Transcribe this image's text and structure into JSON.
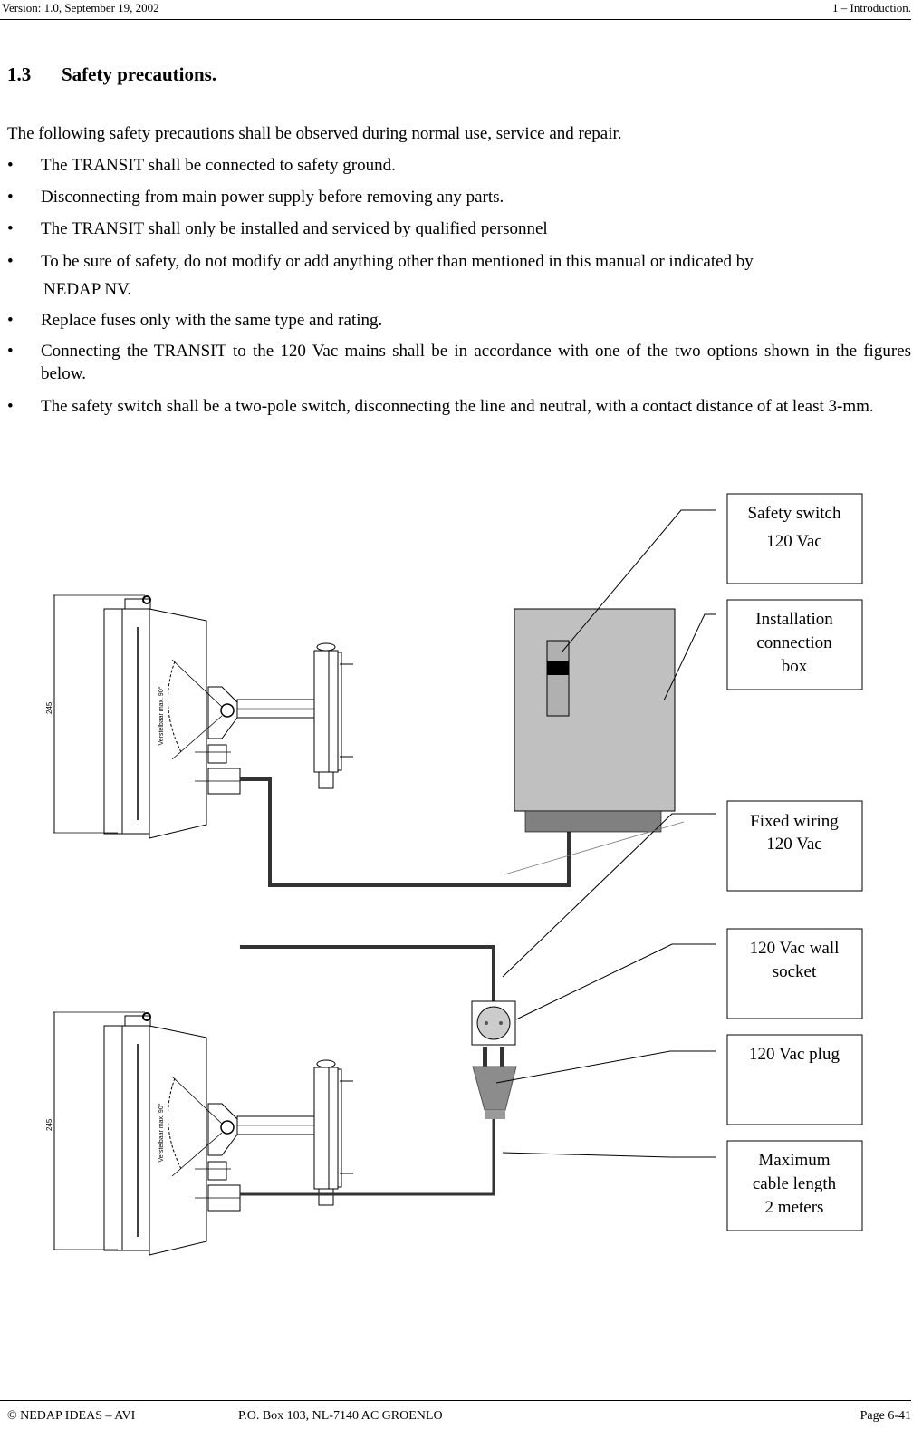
{
  "header": {
    "left": "Version: 1.0, September 19, 2002",
    "right": "1 – Introduction."
  },
  "section": {
    "number": "1.3",
    "title": "Safety precautions."
  },
  "intro": "The following safety precautions shall be observed during normal use, service and repair.",
  "bullets": [
    "The TRANSIT shall be connected to safety ground.",
    "Disconnecting from main power supply before removing any parts.",
    "The TRANSIT shall only be installed and serviced by qualified personnel",
    "To be sure of safety, do not modify or add anything other than mentioned in this manual or indicated by",
    "Replace fuses only with the same type and rating.",
    "Connecting the TRANSIT to the 120 Vac mains shall be in accordance with one of the two options shown in the figures below.",
    "The safety switch shall be a two-pole switch, disconnecting the line and neutral, with a contact distance of at least 3-mm."
  ],
  "bullet_continuation": "NEDAP NV.",
  "bullet_glyph": "•",
  "diagram": {
    "drawing_dimension": "245",
    "drawing_note": "Verstelbaar max. 90°",
    "labels": [
      [
        "Safety switch",
        "120 Vac"
      ],
      [
        "Installation",
        "connection",
        "box"
      ],
      [
        "Fixed wiring",
        "120 Vac"
      ],
      [
        "120 Vac wall",
        "socket"
      ],
      [
        "120 Vac plug"
      ],
      [
        "Maximum",
        "cable length",
        "2 meters"
      ]
    ],
    "colors": {
      "box": "#c0c0c0",
      "base": "#808080",
      "plug": "#8c8c8c"
    }
  },
  "footer": {
    "left": "©    NEDAP IDEAS – AVI",
    "center": "P.O. Box 103, NL-7140 AC GROENLO",
    "right": "Page 6-41"
  }
}
